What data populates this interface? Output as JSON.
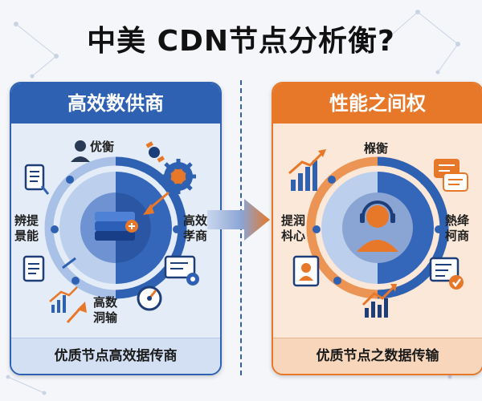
{
  "title": "中美 CDN节点分析衡?",
  "left_panel": {
    "header": "高效数供商",
    "footer": "优质节点高效据传商",
    "labels": {
      "top": "优衡",
      "left_line1": "辨提",
      "left_line2": "景能",
      "right_line1": "高效",
      "right_line2": "孝商",
      "bottom_line1": "高数",
      "bottom_line2": "洞输"
    },
    "icons": [
      "person-icon",
      "satellite-icon",
      "gear-globe-icon",
      "document-icon",
      "server-stack-icon",
      "clipboard-icon",
      "trend-chart-icon",
      "speed-gauge-icon",
      "screen-settings-icon"
    ],
    "colors": {
      "primary": "#2f61b3",
      "light": "#e4ecf7"
    }
  },
  "right_panel": {
    "header": "性能之间权",
    "footer": "优质节点之数据传输",
    "labels": {
      "top": "椺衡",
      "left_line1": "提润",
      "left_line2": "枓心",
      "right_line1": "熱绛",
      "right_line2": "柯商"
    },
    "icons": [
      "bar-chart-icon",
      "chat-bubble-icon",
      "headset-user-icon",
      "id-card-icon",
      "checklist-icon",
      "trend-chart-icon"
    ],
    "colors": {
      "primary": "#e7782a",
      "secondary": "#2f61b3",
      "light": "#fbe8d8"
    }
  }
}
